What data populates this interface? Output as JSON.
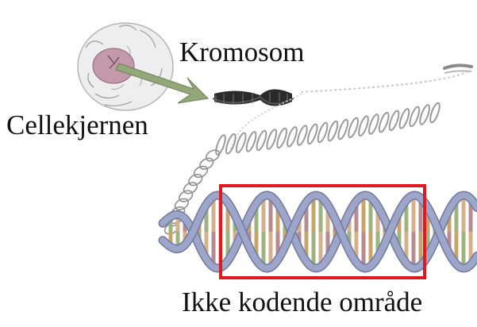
{
  "labels": {
    "chromosome": "Kromosom",
    "nucleus": "Cellekjernen",
    "non_coding_region": "Ikke kodende område"
  },
  "colors": {
    "highlight_box": "#e0191e",
    "helix_backbone": "#9da6c8",
    "arrow_fill": "#93a878",
    "nucleus_fill": "#c49aab",
    "chromosome": "#2a2a2a",
    "base_pair_colors": [
      "#c9a46a",
      "#9fb37f",
      "#d6b08a",
      "#b98a8f"
    ]
  },
  "icons": {
    "cell": "cell-nucleus-illustration",
    "chromosome": "chromosome-illustration",
    "helix": "dna-double-helix-illustration"
  }
}
